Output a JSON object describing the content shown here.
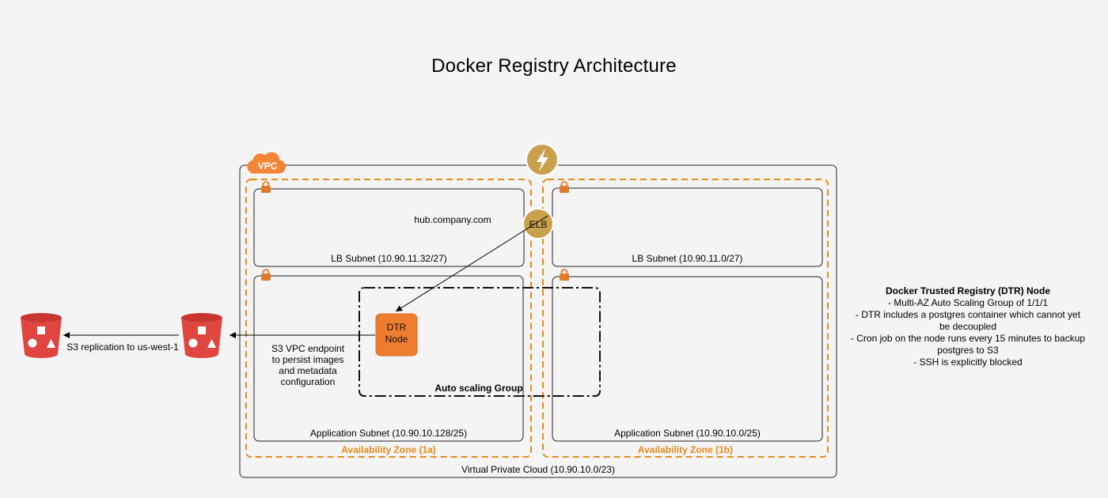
{
  "title": "Docker Registry Architecture",
  "vpc": {
    "badge": "VPC",
    "label": "Virtual Private Cloud (10.90.10.0/23)"
  },
  "zones": [
    {
      "name": "Availability Zone (1a)",
      "lb_subnet": "LB Subnet (10.90.11.32/27)",
      "app_subnet": "Application Subnet (10.90.10.128/25)"
    },
    {
      "name": "Availability Zone (1b)",
      "lb_subnet": "LB Subnet (10.90.11.0/27)",
      "app_subnet": "Application Subnet (10.90.10.0/25)"
    }
  ],
  "hostname": "hub.company.com",
  "elb_label": "ELB",
  "dtr_node": {
    "line1": "DTR",
    "line2": "Node"
  },
  "asg_label": "Auto scaling Group",
  "s3_endpoint": {
    "lines": [
      "S3 VPC endpoint",
      "to persist images",
      "and metadata",
      "configuration"
    ]
  },
  "replication_label": "S3 replication to us-west-1",
  "notes": {
    "heading": "Docker Trusted Registry (DTR) Node",
    "lines": [
      "- Multi-AZ Auto Scaling Group of 1/1/1",
      "- DTR includes a postgres container which cannot yet",
      "be decoupled",
      "- Cron job on the node runs every 15 minutes to backup",
      "postgres to S3",
      "- SSH is explicitly blocked"
    ]
  },
  "colors": {
    "az_border": "#e48a1b",
    "vpc_badge": "#f58536",
    "lock": "#e07b2c",
    "dtr_node": "#ef7d31",
    "elb_fill": "#c9a04b",
    "s3_bucket": "#e0463f"
  },
  "icons": [
    "vpc-cloud-icon",
    "lock-icon",
    "lightning-icon",
    "elb-icon",
    "s3-bucket-icon"
  ]
}
